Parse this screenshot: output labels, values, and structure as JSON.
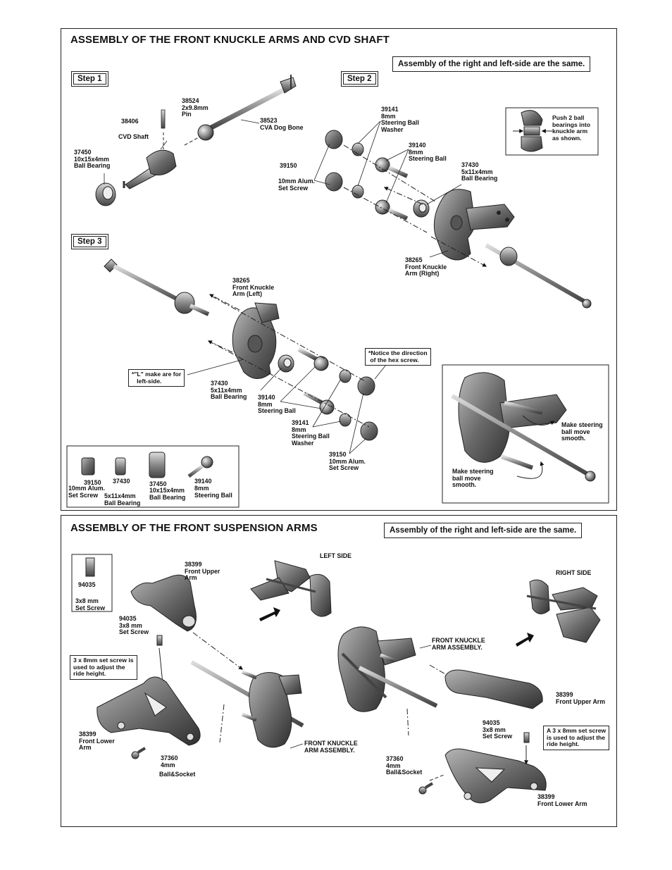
{
  "section1": {
    "title": "ASSEMBLY OF THE FRONT KNUCKLE ARMS AND CVD  SHAFT",
    "same_note": "Assembly of the right and left-side are the same.",
    "step1": "Step 1",
    "step2": "Step 2",
    "step3": "Step 3",
    "bearing_note": "Push 2 ball\nbearings into\nknuckle arm\nas shown.",
    "hex_note": "*Notice the direction\n of the hex screw.",
    "l_note": "*\"L\" make are for\n   left-side.",
    "smooth_note_1": "Make steering\nball move\nsmooth.",
    "smooth_note_2": "Make steering\nball move\nsmooth.",
    "labels": {
      "pin": "38524\n2x9.8mm\nPin",
      "cvd_shaft_no": "38406",
      "cvd_shaft": "CVD Shaft",
      "dog_bone": "38523\nCVA Dog Bone",
      "bearing_10x15": "37450\n10x15x4mm\nBall Bearing",
      "washer_r": "39141\n8mm\nSteering Ball\nWasher",
      "ball_r": "39140\n8mm\nSteering Ball",
      "setscrew_r_no": "39150",
      "setscrew_r": "10mm Alum.\nSet Screw",
      "bearing_5x11_r": "37430\n5x11x4mm\nBall Bearing",
      "knuckle_right": "38265\nFront Knuckle\nArm (Right)",
      "knuckle_left": "38265\nFront Knuckle\nArm (Left)",
      "bearing_5x11_l": "37430\n5x11x4mm\nBall Bearing",
      "ball_l": "39140\n8mm\nSteering Ball",
      "washer_l": "39141\n8mm\nSteering Ball\nWasher",
      "setscrew_l": "39150\n10mm Alum.\nSet Screw"
    },
    "legend": [
      {
        "part": "39150",
        "desc": "10mm Alum.\nSet Screw"
      },
      {
        "part": "37430",
        "desc": "5x11x4mm\nBall Bearing"
      },
      {
        "part": "37450",
        "desc": "10x15x4mm\nBall Bearing"
      },
      {
        "part": "39140",
        "desc": "8mm\nSteering Ball"
      }
    ]
  },
  "section2": {
    "title": "ASSEMBLY OF THE FRONT SUSPENSION ARMS",
    "same_note": "Assembly of the right and left-side are the same.",
    "left_side": "LEFT SIDE",
    "right_side": "RIGHT SIDE",
    "ride_note_left": "3 x 8mm set screw is\nused to adjust the\nride height.",
    "ride_note_right": "A 3 x 8mm set screw\nis used to adjust the\nride height.",
    "labels": {
      "legend_part": "94035",
      "legend_desc": "3x8 mm\nSet Screw",
      "upper_arm_l": "38399\nFront Upper\nArm",
      "setscrew_l": "94035\n3x8 mm\nSet Screw",
      "lower_arm_l": "38399\nFront Lower\nArm",
      "ball_socket_l": "37360\n4mm",
      "ball_socket_l_name": "Ball&Socket",
      "knuckle_assy_l": "FRONT KNUCKLE\nARM ASSEMBLY.",
      "knuckle_assy_r": "FRONT KNUCKLE\nARM ASSEMBLY.",
      "upper_arm_r": "38399\nFront Upper Arm",
      "setscrew_r": "94035\n3x8 mm\nSet Screw",
      "ball_socket_r": "37360\n4mm\nBall&Socket",
      "lower_arm_r": "38399\nFront Lower Arm"
    }
  }
}
